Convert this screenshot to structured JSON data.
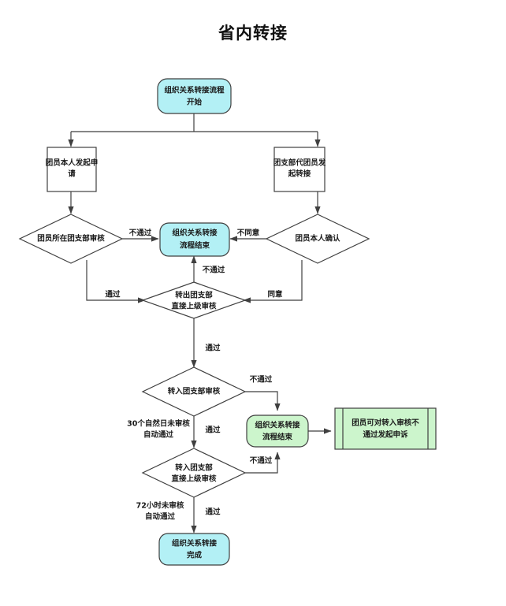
{
  "title": "省内转接",
  "colors": {
    "terminator_cyan": "#b3f0f5",
    "terminator_green": "#ccf5cc",
    "predefined_green": "#ccf5cc",
    "process_fill": "#ffffff",
    "stroke": "#3f3f3f",
    "text": "#1a1a1a",
    "background": "#ffffff"
  },
  "nodes": {
    "start": {
      "line1": "组织关系转接流程",
      "line2": "开始",
      "type": "terminator"
    },
    "member_apply": {
      "line1": "团员本人发起申",
      "line2": "请",
      "type": "process"
    },
    "branch_apply": {
      "line1": "团支部代团员发",
      "line2": "起转接",
      "type": "process"
    },
    "branch_review": {
      "line1": "团员所在团支部审核",
      "line2": "",
      "type": "decision"
    },
    "member_confirm": {
      "line1": "团员本人确认",
      "line2": "",
      "type": "decision"
    },
    "end_top": {
      "line1": "组织关系转接",
      "line2": "流程结束",
      "type": "terminator"
    },
    "out_branch_superior": {
      "line1": "转出团支部",
      "line2": "直接上级审核",
      "type": "decision"
    },
    "in_branch_review": {
      "line1": "转入团支部审核",
      "line2": "",
      "type": "decision"
    },
    "in_branch_superior": {
      "line1": "转入团支部",
      "line2": "直接上级审核",
      "type": "decision"
    },
    "end_mid": {
      "line1": "组织关系转接",
      "line2": "流程结束",
      "type": "terminator"
    },
    "appeal": {
      "line1": "团员可对转入审核不",
      "line2": "通过发起申诉",
      "type": "predefined"
    },
    "complete": {
      "line1": "组织关系转接",
      "line2": "完成",
      "type": "terminator"
    }
  },
  "edge_labels": {
    "branch_review_fail": "不通过",
    "member_confirm_disagree": "不同意",
    "branch_review_pass": "通过",
    "member_confirm_agree": "同意",
    "out_superior_fail": "不通过",
    "out_superior_pass": "通过",
    "in_review_fail": "不通过",
    "in_review_pass": "通过",
    "in_review_auto_line1": "30个自然日未审核",
    "in_review_auto_line2": "自动通过",
    "in_superior_fail": "不通过",
    "in_superior_pass": "通过",
    "in_superior_auto_line1": "72小时未审核",
    "in_superior_auto_line2": "自动通过"
  }
}
